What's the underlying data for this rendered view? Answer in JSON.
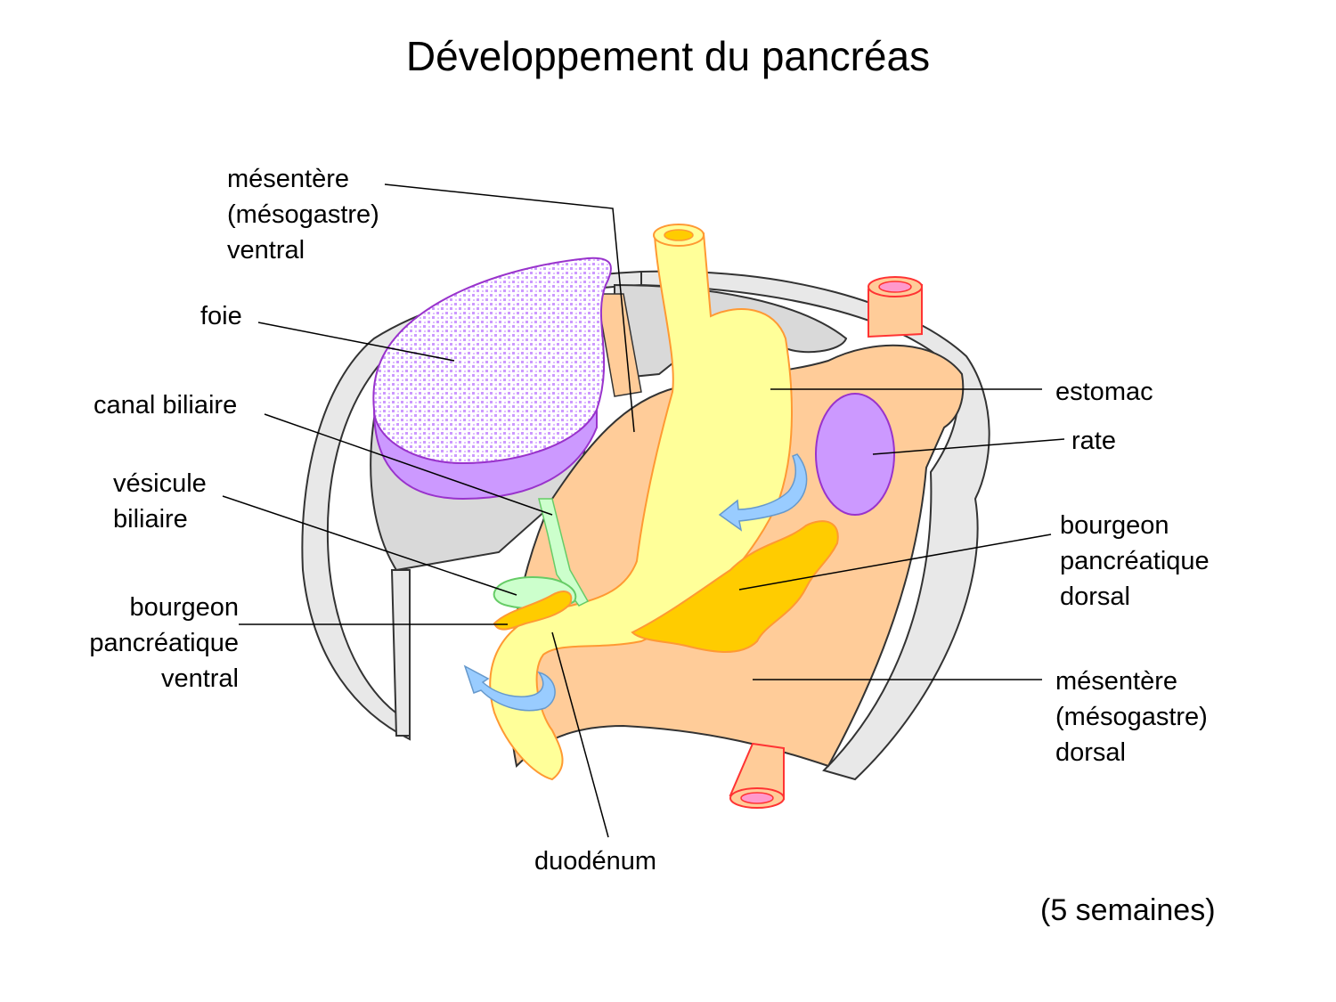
{
  "title": "Développement du pancréas",
  "labels": {
    "mesentere_ventral": [
      "mésentère",
      "(mésogastre)",
      "ventral"
    ],
    "foie": "foie",
    "canal_biliaire": "canal biliaire",
    "vesicule": [
      "vésicule",
      "biliaire"
    ],
    "bourgeon_ventral": [
      "bourgeon",
      "pancréatique",
      "ventral"
    ],
    "estomac": "estomac",
    "rate": "rate",
    "bourgeon_dorsal": [
      "bourgeon",
      "pancréatique",
      "dorsal"
    ],
    "mesentere_dorsal": [
      "mésentère",
      "(mésogastre)",
      "dorsal"
    ],
    "duodenum": "duodénum"
  },
  "duration": "(5 semaines)",
  "colors": {
    "wall": "#e8e8e8",
    "wall_inner": "#d9d9d9",
    "mesentery": "#ffcc99",
    "gut": "#ffff99",
    "gut_stroke": "#ff9933",
    "liver": "#cc99ff",
    "liver_stroke": "#9933cc",
    "spleen": "#cc99ff",
    "pancreas": "#ffcc00",
    "gallbladder": "#ccffcc",
    "gallbladder_stroke": "#66cc66",
    "vessel": "#ffcc99",
    "vessel_inner": "#ff99cc",
    "vessel_stroke": "#ff3333",
    "arrow": "#99ccff",
    "arrow_stroke": "#6699cc"
  }
}
